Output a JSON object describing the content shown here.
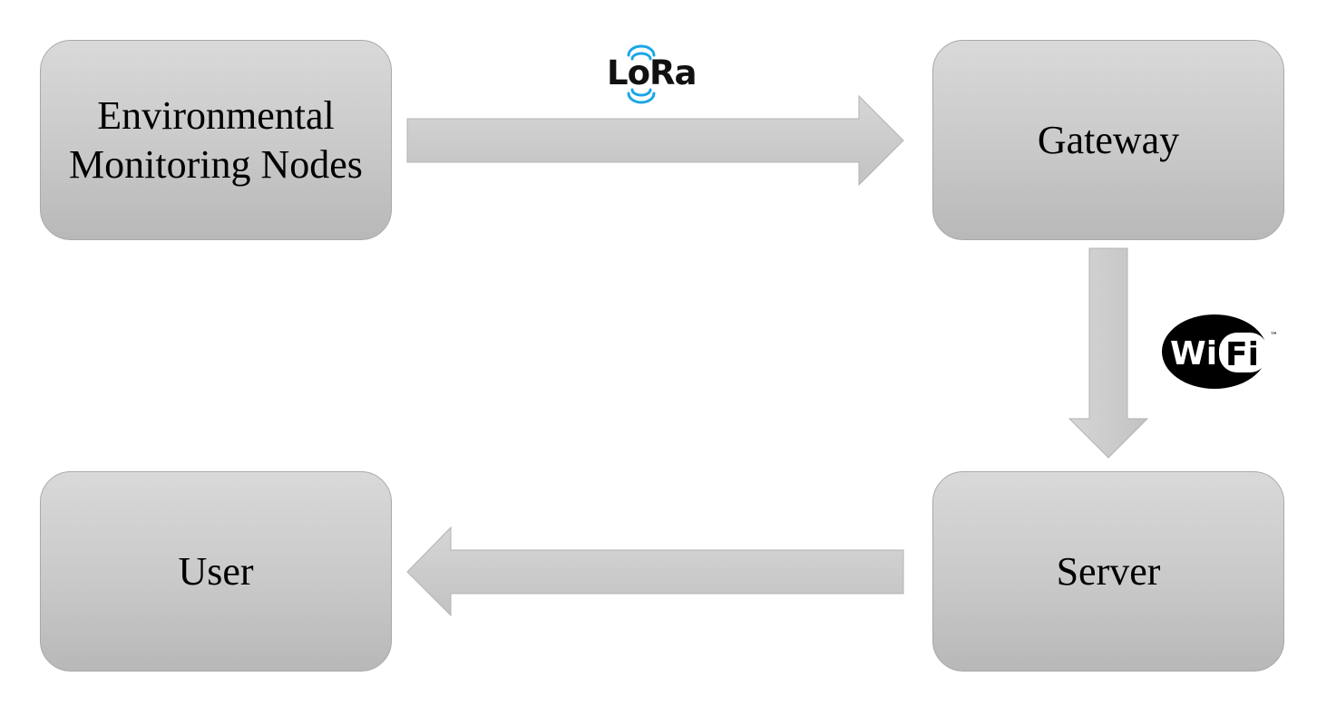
{
  "nodes": {
    "env": {
      "label": "Environmental\nMonitoring Nodes"
    },
    "gateway": {
      "label": "Gateway"
    },
    "server": {
      "label": "Server"
    },
    "user": {
      "label": "User"
    }
  },
  "logos": {
    "lora": {
      "text": "LoRa"
    },
    "wifi": {
      "text_wi": "Wi",
      "text_fi": "Fi",
      "tm": "™"
    }
  },
  "colors": {
    "node_fill_top": "#d9d9d9",
    "node_fill_bottom": "#b8b8b8",
    "node_border": "#a9a9a9",
    "arrow_fill": "#cbcbcb",
    "arrow_border": "#b3b3b3",
    "lora_blue": "#1aa6e8",
    "wifi_black": "#000000"
  },
  "edges": [
    {
      "from": "env",
      "to": "gateway",
      "label": "LoRa"
    },
    {
      "from": "gateway",
      "to": "server",
      "label": "Wi Fi"
    },
    {
      "from": "server",
      "to": "user",
      "label": ""
    }
  ]
}
